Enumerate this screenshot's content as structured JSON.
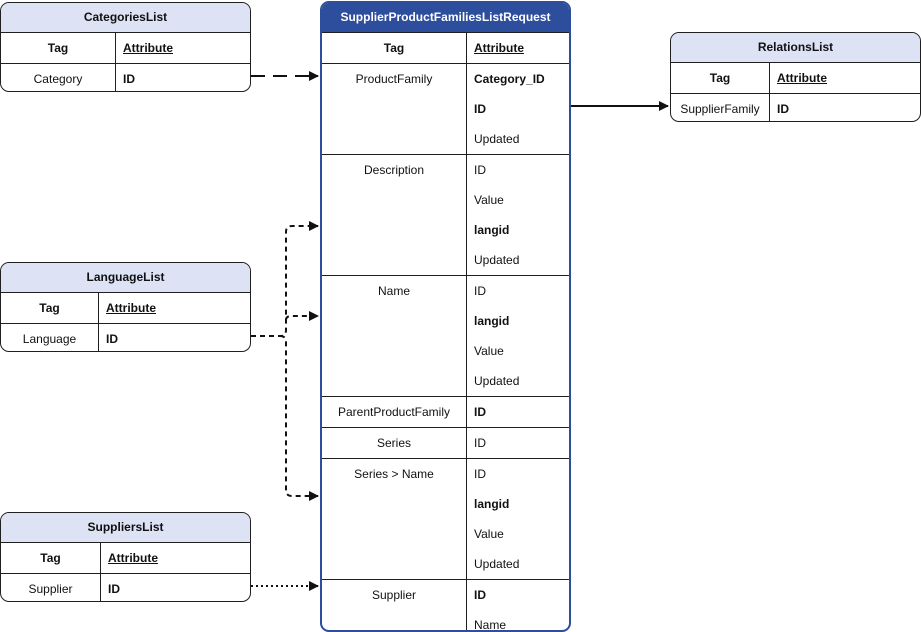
{
  "main": {
    "title": "SupplierProductFamiliesListRequest",
    "col_tag": "Tag",
    "col_attr": "Attribute",
    "rows": [
      {
        "tag": "ProductFamily",
        "attrs": [
          {
            "text": "Category_ID",
            "bold": true
          },
          {
            "text": "ID",
            "bold": true
          },
          {
            "text": "Updated",
            "bold": false
          }
        ]
      },
      {
        "tag": "Description",
        "attrs": [
          {
            "text": "ID",
            "bold": false
          },
          {
            "text": "Value",
            "bold": false
          },
          {
            "text": "langid",
            "bold": true
          },
          {
            "text": "Updated",
            "bold": false
          }
        ]
      },
      {
        "tag": "Name",
        "attrs": [
          {
            "text": "ID",
            "bold": false
          },
          {
            "text": "langid",
            "bold": true
          },
          {
            "text": "Value",
            "bold": false
          },
          {
            "text": "Updated",
            "bold": false
          }
        ]
      },
      {
        "tag": "ParentProductFamily",
        "attrs": [
          {
            "text": "ID",
            "bold": true
          }
        ]
      },
      {
        "tag": "Series",
        "attrs": [
          {
            "text": "ID",
            "bold": false
          }
        ]
      },
      {
        "tag": "Series > Name",
        "attrs": [
          {
            "text": "ID",
            "bold": false
          },
          {
            "text": "langid",
            "bold": true
          },
          {
            "text": "Value",
            "bold": false
          },
          {
            "text": "Updated",
            "bold": false
          }
        ]
      },
      {
        "tag": "Supplier",
        "attrs": [
          {
            "text": "ID",
            "bold": true
          },
          {
            "text": "Name",
            "bold": false
          }
        ]
      }
    ]
  },
  "categories": {
    "title": "CategoriesList",
    "col_tag": "Tag",
    "col_attr": "Attribute",
    "tag": "Category",
    "attr": "ID"
  },
  "language": {
    "title": "LanguageList",
    "col_tag": "Tag",
    "col_attr": "Attribute",
    "tag": "Language",
    "attr": "ID"
  },
  "suppliers": {
    "title": "SuppliersList",
    "col_tag": "Tag",
    "col_attr": "Attribute",
    "tag": "Supplier",
    "attr": "ID"
  },
  "relations": {
    "title": "RelationsList",
    "col_tag": "Tag",
    "col_attr": "Attribute",
    "tag": "SupplierFamily",
    "attr": "ID"
  },
  "colors": {
    "main_header": "#2d4e9c",
    "side_header": "#dde3f5",
    "line": "#1f1f1f"
  }
}
